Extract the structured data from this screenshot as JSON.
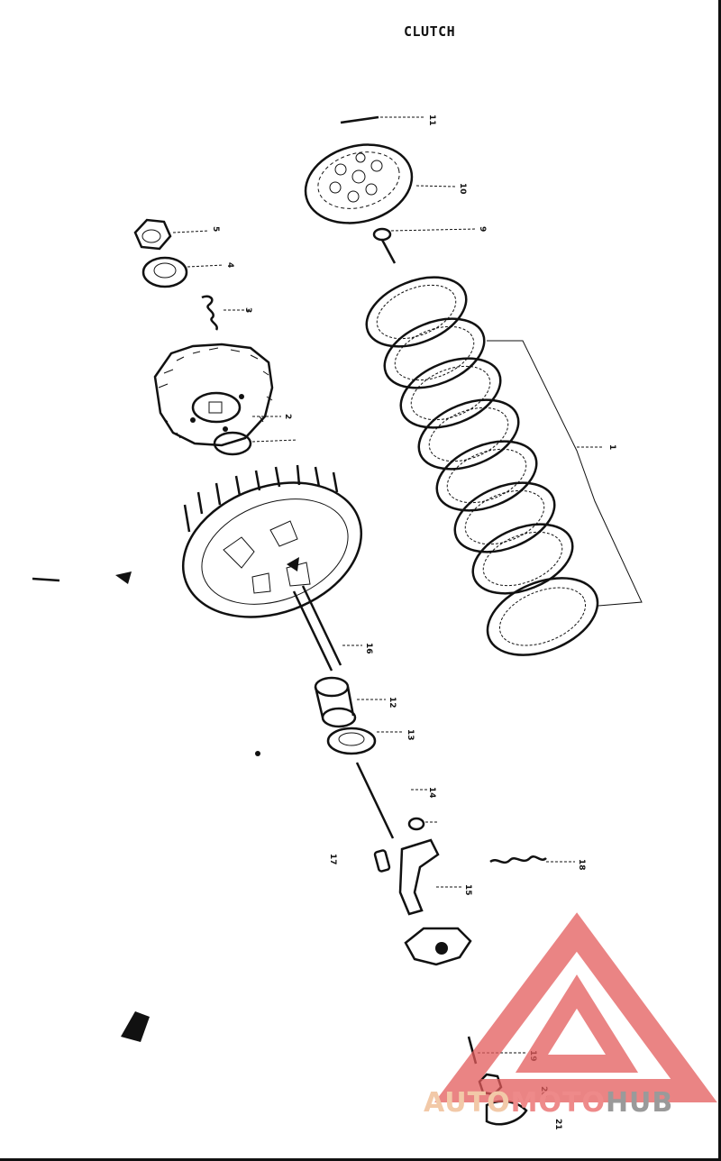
{
  "diagram": {
    "title": "CLUTCH",
    "callouts": [
      "11",
      "10",
      "9",
      "5",
      "4",
      "3",
      "1",
      "2",
      "12",
      "13",
      "14",
      "16",
      "15",
      "17",
      "18",
      "19",
      "20",
      "21"
    ]
  },
  "watermark": {
    "brand_part1": "AUTO",
    "brand_part2": "MOTO",
    "brand_part3": "HUB",
    "colors": {
      "triangle": "#e35b5b",
      "auto": "#f2c9a8",
      "moto": "#ee8a8a",
      "hub": "#9a9a9a"
    }
  }
}
